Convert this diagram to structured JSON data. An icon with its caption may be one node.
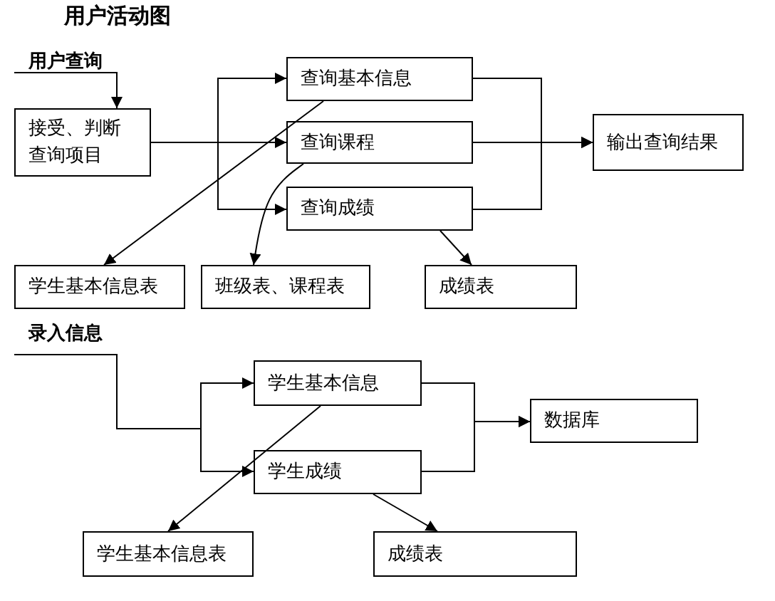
{
  "diagram": {
    "title": "用户活动图",
    "nodes": [
      {
        "text": [
          "接受、判断查询项目"
        ]
      },
      {
        "text": [
          "查询基本信息"
        ]
      },
      {
        "text": [
          "查询课程"
        ]
      },
      {
        "text": [
          "查询成绩"
        ]
      },
      {
        "text": [
          "输出查询结果"
        ]
      },
      {
        "text": [
          "学生基本信息表"
        ]
      },
      {
        "text": [
          "班级表、课程表"
        ]
      },
      {
        "text": [
          "成绩表"
        ]
      },
      {
        "text": [
          "学生基本信息"
        ]
      },
      {
        "text": [
          "学生成绩"
        ]
      },
      {
        "text": [
          "数据库"
        ]
      },
      {
        "text": [
          "学生基本信息表"
        ]
      },
      {
        "text": [
          "成绩表"
        ]
      }
    ],
    "edges": [
      {
        "from": null,
        "to": 0,
        "arrow": "to"
      },
      {
        "from": 0,
        "to": 2,
        "arrow": "to"
      },
      {
        "from": 0,
        "to": 1,
        "arrow": "to"
      },
      {
        "from": 0,
        "to": 3,
        "arrow": "to"
      },
      {
        "from": 1,
        "to": 4,
        "arrow": "to"
      },
      {
        "from": 2,
        "to": 4,
        "arrow": "to"
      },
      {
        "from": 3,
        "to": 4,
        "arrow": "to"
      },
      {
        "from": 1,
        "to": 5,
        "arrow": "to"
      },
      {
        "from": 2,
        "to": 6,
        "arrow": "to"
      },
      {
        "from": 3,
        "to": 7,
        "arrow": "to"
      },
      {
        "from": null,
        "to": 8,
        "arrow": "to"
      },
      {
        "from": null,
        "to": 9,
        "arrow": "to"
      },
      {
        "from": 8,
        "to": 10,
        "arrow": "to"
      },
      {
        "from": 9,
        "to": 10,
        "arrow": "to"
      },
      {
        "from": 8,
        "to": 11,
        "arrow": "to"
      },
      {
        "from": 9,
        "to": 12,
        "arrow": "to"
      }
    ],
    "labels": [
      "用户查询",
      "录入信息"
    ]
  }
}
